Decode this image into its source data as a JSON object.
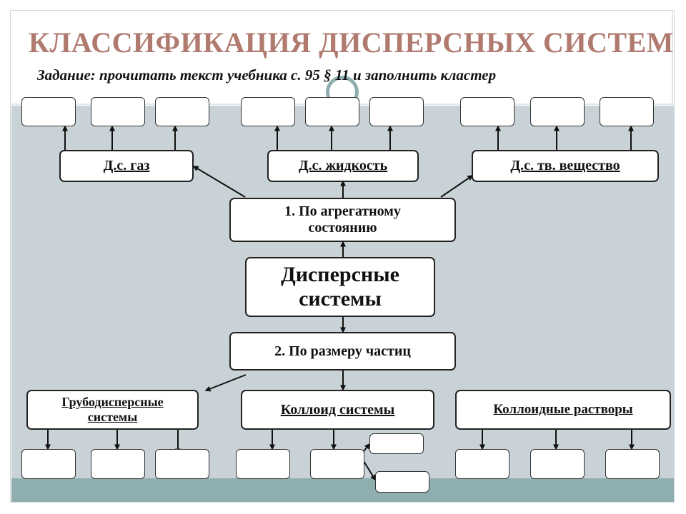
{
  "slide": {
    "title": "КЛАССИФИКАЦИЯ ДИСПЕРСНЫХ СИСТЕМ",
    "task": "Задание: прочитать текст учебника с. 95 § 11 и заполнить кластер"
  },
  "diagram": {
    "center": "Дисперсные системы",
    "branch_state": "1. По агрегатному состоянию",
    "branch_size": "2. По размеру частиц",
    "state_gas": "Д.с. газ",
    "state_liquid": "Д.с. жидкость",
    "state_solid": "Д.с. тв. вещество",
    "size_coarse": "Грубодисперсные системы",
    "size_colloid": "Коллоид системы",
    "size_solutions": "Коллоидные растворы"
  },
  "colors": {
    "title": "#b07a6e",
    "main_bg": "#c9d2d6",
    "bottom_band": "#8faeb0",
    "box_border": "#222222"
  }
}
